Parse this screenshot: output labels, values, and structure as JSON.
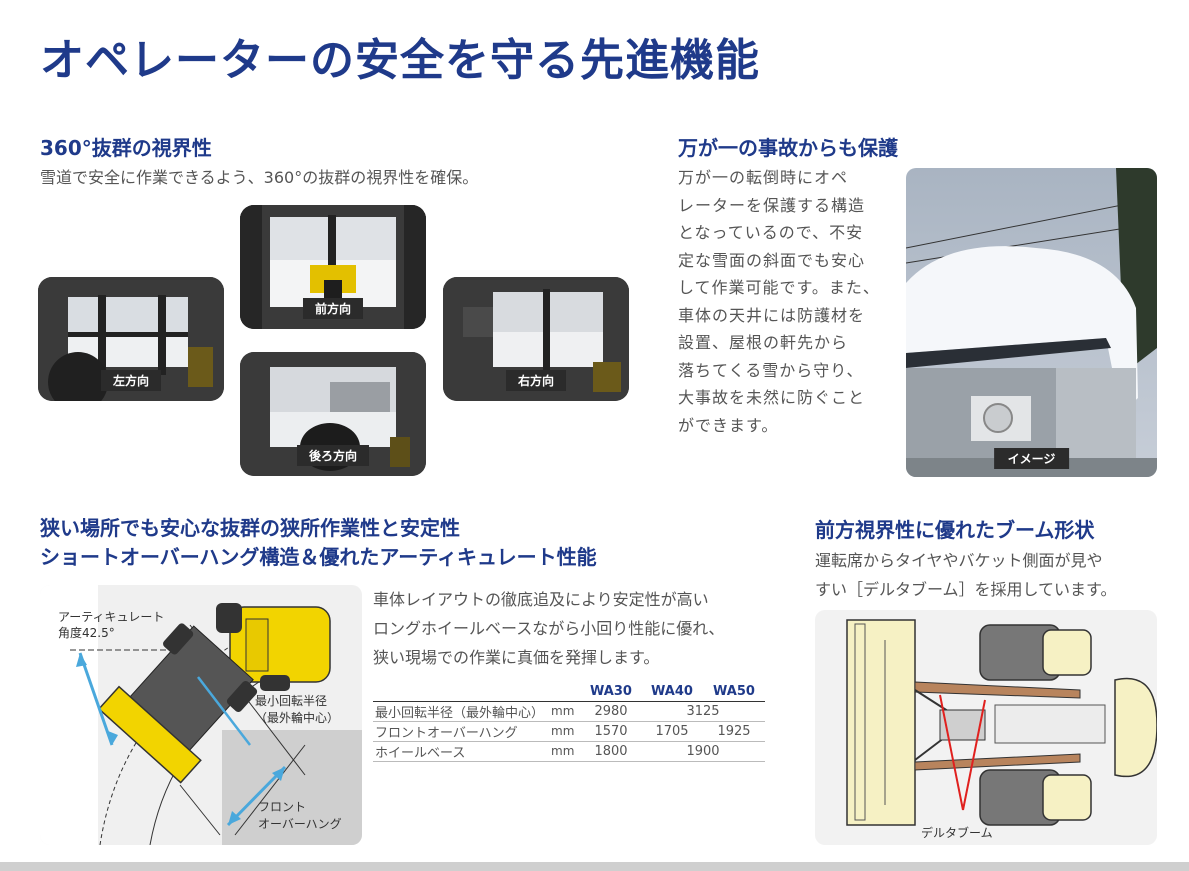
{
  "title": "オペレーターの安全を守る先進機能",
  "visibility": {
    "heading": "360°抜群の視界性",
    "description": "雪道で安全に作業できるよう、360°の抜群の視界性を確保。",
    "views": {
      "left": "左方向",
      "front": "前方向",
      "rear": "後ろ方向",
      "right": "右方向"
    }
  },
  "protection": {
    "heading": "万が一の事故からも保護",
    "lines": [
      "万が一の転倒時にオペ",
      "レーターを保護する構造",
      "となっているので、不安",
      "定な雪面の斜面でも安心",
      "して作業可能です。また、",
      "車体の天井には防護材を",
      "設置、屋根の軒先から",
      "落ちてくる雪から守り、",
      "大事故を未然に防ぐこと",
      "ができます。"
    ],
    "image_label": "イメージ"
  },
  "maneuver": {
    "heading_line1": "狭い場所でも安心な抜群の狭所作業性と安定性",
    "heading_line2": "ショートオーバーハング構造＆優れたアーティキュレート性能",
    "lines": [
      "車体レイアウトの徹底追及により安定性が高い",
      "ロングホイールベースながら小回り性能に優れ、",
      "狭い現場での作業に真価を発揮します。"
    ],
    "diagram": {
      "angle_label_1": "アーティキュレート",
      "angle_label_2": "角度42.5°",
      "radius_label_1": "最小回転半径",
      "radius_label_2": "（最外輪中心）",
      "overhang_label_1": "フロント",
      "overhang_label_2": "オーバーハング"
    },
    "table": {
      "models": [
        "WA30",
        "WA40",
        "WA50"
      ],
      "rows": [
        {
          "label": "最小回転半径（最外輪中心）",
          "unit": "mm",
          "v1": "2980",
          "v2": "3125",
          "v3": ""
        },
        {
          "label": "フロントオーバーハング",
          "unit": "mm",
          "v1": "1570",
          "v2": "1705",
          "v3": "1925"
        },
        {
          "label": "ホイールベース",
          "unit": "mm",
          "v1": "1800",
          "v2": "1900",
          "v3": ""
        }
      ]
    }
  },
  "boom": {
    "heading": "前方視界性に優れたブーム形状",
    "line1": "運転席からタイヤやバケット側面が見や",
    "line2": "すい［デルタブーム］を採用しています。",
    "figure_label": "デルタブーム"
  },
  "colors": {
    "heading": "#1f3a8a",
    "machine_yellow": "#f2d400",
    "arrow_blue": "#4aa8dc",
    "boom_red": "#e0201e"
  }
}
